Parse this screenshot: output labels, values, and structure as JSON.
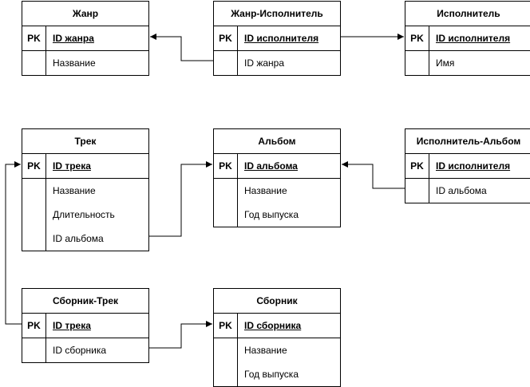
{
  "tables": [
    {
      "id": "genre",
      "title": "Жанр",
      "pk_label": "PK",
      "pk": "ID жанра",
      "fields": [
        "Название"
      ]
    },
    {
      "id": "genre_artist",
      "title": "Жанр-Исполнитель",
      "pk_label": "PK",
      "pk": "ID исполнителя",
      "fields": [
        "ID жанра"
      ]
    },
    {
      "id": "artist",
      "title": "Исполнитель",
      "pk_label": "PK",
      "pk": "ID исполнителя",
      "fields": [
        "Имя"
      ]
    },
    {
      "id": "track",
      "title": "Трек",
      "pk_label": "PK",
      "pk": "ID трека",
      "fields": [
        "Название",
        "Длительность",
        "ID альбома"
      ]
    },
    {
      "id": "album",
      "title": "Альбом",
      "pk_label": "PK",
      "pk": "ID альбома",
      "fields": [
        "Название",
        "Год выпуска"
      ]
    },
    {
      "id": "artist_album",
      "title": "Исполнитель-Альбом",
      "pk_label": "PK",
      "pk": "ID исполнителя",
      "fields": [
        "ID альбома"
      ]
    },
    {
      "id": "compilation_track",
      "title": "Сборник-Трек",
      "pk_label": "PK",
      "pk": "ID трека",
      "fields": [
        "ID сборника"
      ]
    },
    {
      "id": "compilation",
      "title": "Сборник",
      "pk_label": "PK",
      "pk": "ID сборника",
      "fields": [
        "Название",
        "Год выпуска"
      ]
    }
  ],
  "connections": [
    {
      "from": "genre_artist",
      "to": "genre"
    },
    {
      "from": "genre_artist",
      "to": "artist"
    },
    {
      "from": "track",
      "to": "album"
    },
    {
      "from": "artist_album",
      "to": "album"
    },
    {
      "from": "compilation_track",
      "to": "track"
    },
    {
      "from": "compilation_track",
      "to": "compilation"
    }
  ]
}
